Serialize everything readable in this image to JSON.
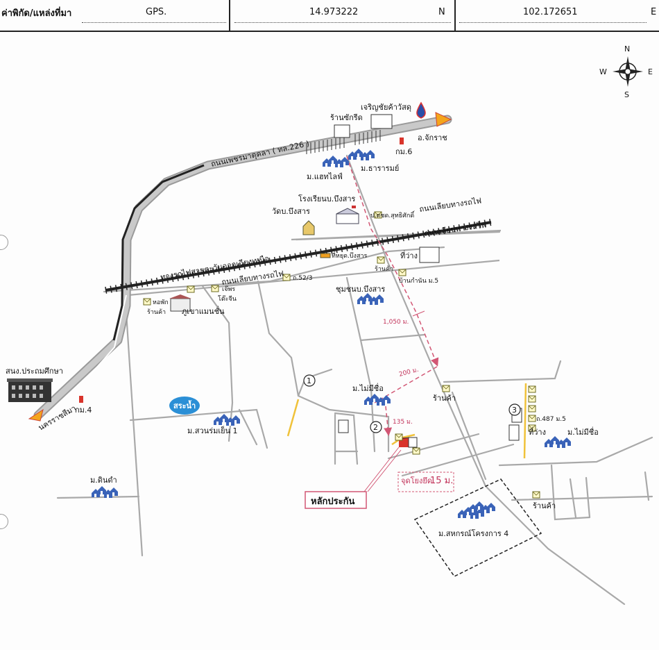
{
  "header": {
    "label": "ค่าพิกัด/แหล่งที่มา",
    "source": "GPS.",
    "lat": "14.973222",
    "lat_dir": "N",
    "lon": "102.172651",
    "lon_dir": "E"
  },
  "compass": {
    "n": "N",
    "s": "S",
    "e": "E",
    "w": "W"
  },
  "roads": {
    "highway": "ถนนเพชรมาตุคลา ( ทล.226 )",
    "railway": "ทางรถไฟสายตะวันออกเฉียงเหนือ",
    "rail_road_1": "ถนนเลียบทางรถไฟ",
    "rail_road_2": "ถนนเลียบทางรถไฟ",
    "rail_road_3": "ถนนเลียบทางรถไฟ",
    "to_nakhon": "นครราชสีมา",
    "to_chakkarat": "อ.จักราช"
  },
  "places": {
    "shop_laundry": "ร้านซักรีด",
    "charoen": "เจริญชัยค้าวัสดุ",
    "km6": "กม.6",
    "km4": "กม.4",
    "m_hightlife": "ม.แฮทไลฟ์",
    "m_tararom": "ม.ธารารมย์",
    "school": "โรงเรียนบ.บึงสาร",
    "temple": "วัดบ.บึงสาร",
    "police": "ป.ตชด.สุทธิศักดิ์",
    "station": "ที่หยุด.บึงสาร",
    "shop_station": "ร้านค้า",
    "vacant_1": "ที่ว่าง",
    "ban_kamnan": "บ้านกำนัน ม.5",
    "community": "ชุมชนบ.บึงสาร",
    "alley_52": "ถ.52/3",
    "je_porn": "เจ๊พร",
    "toh_jeen": "โต๊ะจีน",
    "dorm": "หอพัก",
    "shop_dorm": "ร้านค้า",
    "phukhao": "ภูเขาแมนชั่น",
    "edu_office": "สนง.ประถมศึกษา",
    "pond": "สระน้ำ",
    "m_suanrom": "ม.สวนร่มเย็น 1",
    "m_dindam": "ม.ดินดำ",
    "m_mai_mi_chue_1": "ม.ไม่มีชื่อ",
    "shop_mid": "ร้านค้า",
    "alley_487": "ถ.487 ม.5",
    "vacant_2": "ที่ว่าง",
    "m_mai_mi_chue_2": "ม.ไม่มีชื่อ",
    "shop_east": "ร้านค้า",
    "m_sahakorn": "ม.สหกรณ์โครงการ 4",
    "collateral": "หลักประกัน",
    "ref_point": "จุดโยงยึด",
    "ref_dist": "15 ม.",
    "dist_1050": "1,050 ม.",
    "dist_200": "200 ม.",
    "dist_135": "135 ม.",
    "marker_1": "1",
    "marker_2": "2",
    "marker_3": "3"
  },
  "colors": {
    "road": "#a9a9a9",
    "highway": "#b4b4b4",
    "route": "#d25674",
    "accent_yellow": "#f0c23a",
    "target_red": "#d9342b",
    "water": "#2b8fd6",
    "house": "#3a63b8"
  }
}
